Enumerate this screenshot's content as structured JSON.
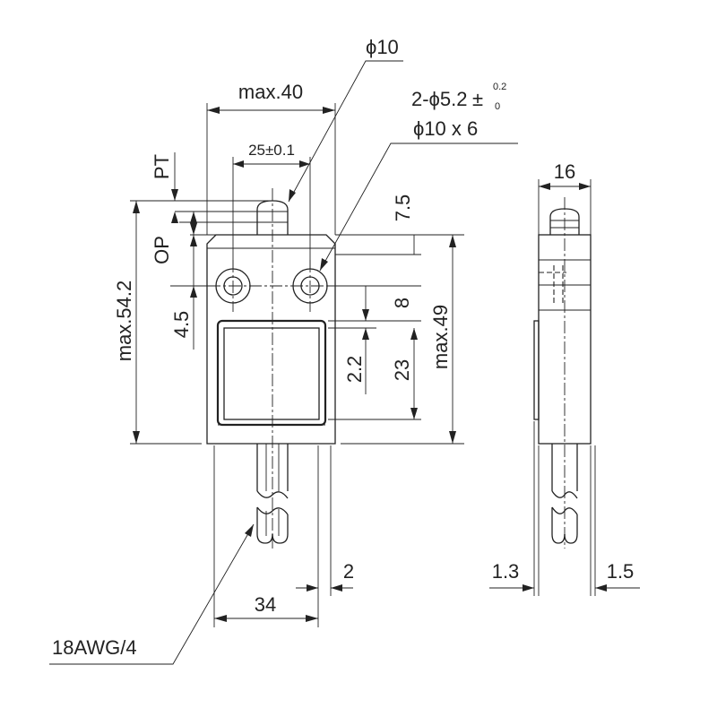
{
  "front_view": {
    "dim_max40": "max.40",
    "dim_phi10": "ϕ10",
    "dim_hole_count": "2-ϕ5.2",
    "dim_hole_tol_sign": "±",
    "dim_hole_tol_upper": "0.2",
    "dim_hole_tol_lower": "0",
    "dim_counterbore": "ϕ10 x 6",
    "dim_pitch": "25±0.1",
    "dim_pt": "PT",
    "dim_op": "OP",
    "dim_max54_2": "max.54.2",
    "dim_4_5": "4.5",
    "dim_7_5": "7.5",
    "dim_8": "8",
    "dim_2_2": "2.2",
    "dim_23": "23",
    "dim_max49": "max.49",
    "dim_34": "34",
    "dim_2": "2",
    "cable_label": "18AWG/4"
  },
  "side_view": {
    "dim_16": "16",
    "dim_1_3": "1.3",
    "dim_1_5": "1.5"
  }
}
